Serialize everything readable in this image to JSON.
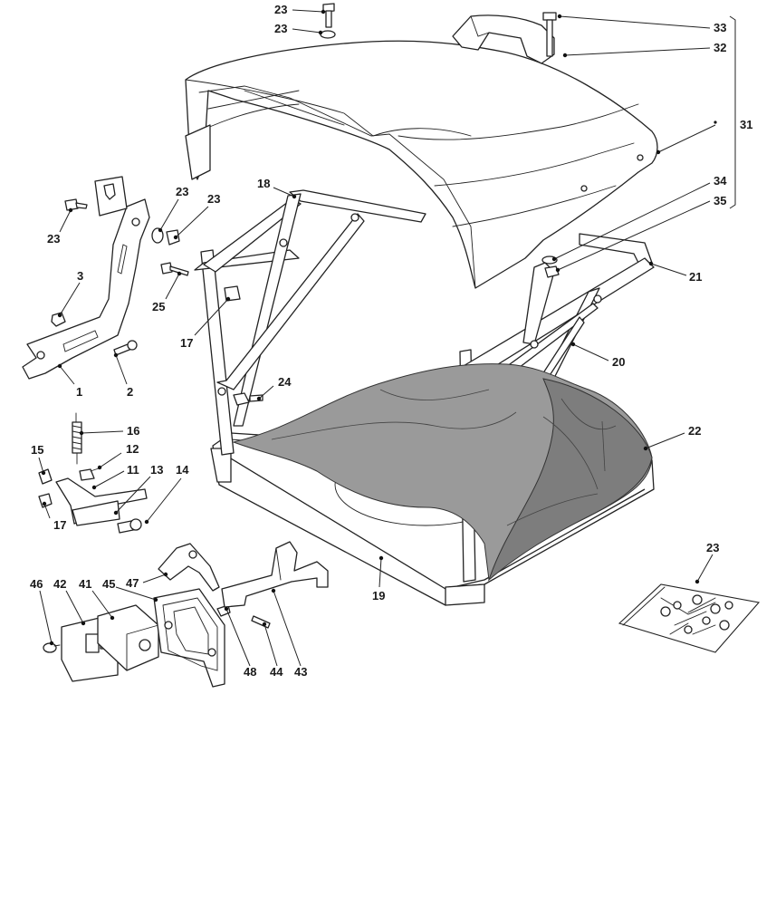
{
  "callouts": {
    "c1": "1",
    "c2": "2",
    "c3": "3",
    "c11": "11",
    "c12": "12",
    "c13": "13",
    "c14": "14",
    "c15": "15",
    "c16": "16",
    "c17a": "17",
    "c17b": "17",
    "c18": "18",
    "c19": "19",
    "c20": "20",
    "c21": "21",
    "c22": "22",
    "c23a": "23",
    "c23b": "23",
    "c23c": "23",
    "c23d": "23",
    "c23e": "23",
    "c23f": "23",
    "c24": "24",
    "c25": "25",
    "c31": "31",
    "c32": "32",
    "c33": "33",
    "c34": "34",
    "c35": "35",
    "c41": "41",
    "c42": "42",
    "c43": "43",
    "c44": "44",
    "c45": "45",
    "c46": "46",
    "c47": "47",
    "c48": "48"
  }
}
